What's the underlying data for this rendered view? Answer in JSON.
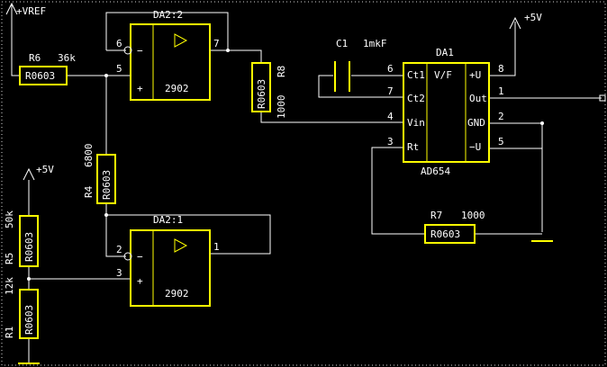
{
  "colors": {
    "background": "#000000",
    "wire": "#ffffff",
    "component": "#ffff00",
    "frame": "#d8d8d8"
  },
  "nets": {
    "vref": "+VREF",
    "vplus_right": "+5V",
    "vplus_left": "+5V"
  },
  "opamp_top": {
    "ref": "DA2:2",
    "part": "2902",
    "pin_inv": "6",
    "pin_noninv": "5",
    "pin_out": "7",
    "minus": "−",
    "plus": "+"
  },
  "opamp_bottom": {
    "ref": "DA2:1",
    "part": "2902",
    "pin_inv": "2",
    "pin_noninv": "3",
    "pin_out": "1",
    "minus": "−",
    "plus": "+"
  },
  "vf": {
    "ref": "DA1",
    "part": "AD654",
    "func": "V/F",
    "pins_left": [
      {
        "name": "Ct1",
        "num": "6"
      },
      {
        "name": "Ct2",
        "num": "7"
      },
      {
        "name": "Vin",
        "num": "4"
      },
      {
        "name": "Rt",
        "num": "3"
      }
    ],
    "pins_right": [
      {
        "name": "+U",
        "num": "8"
      },
      {
        "name": "Out",
        "num": "1"
      },
      {
        "name": "GND",
        "num": "2"
      },
      {
        "name": "−U",
        "num": "5"
      }
    ]
  },
  "cap": {
    "ref": "C1",
    "value": "1mkF"
  },
  "resistors": {
    "r6": {
      "ref": "R6",
      "value": "36k",
      "body": "R0603"
    },
    "r8": {
      "ref": "R8",
      "value": "1000",
      "body": "R0603"
    },
    "r4": {
      "ref": "R4",
      "value": "6800",
      "body": "R0603"
    },
    "r5": {
      "ref": "R5",
      "value": "50k",
      "body": "R0603"
    },
    "r1": {
      "ref": "R1",
      "value": "12k",
      "body": "R0603"
    },
    "r7": {
      "ref": "R7",
      "value": "1000",
      "body": "R0603"
    }
  }
}
